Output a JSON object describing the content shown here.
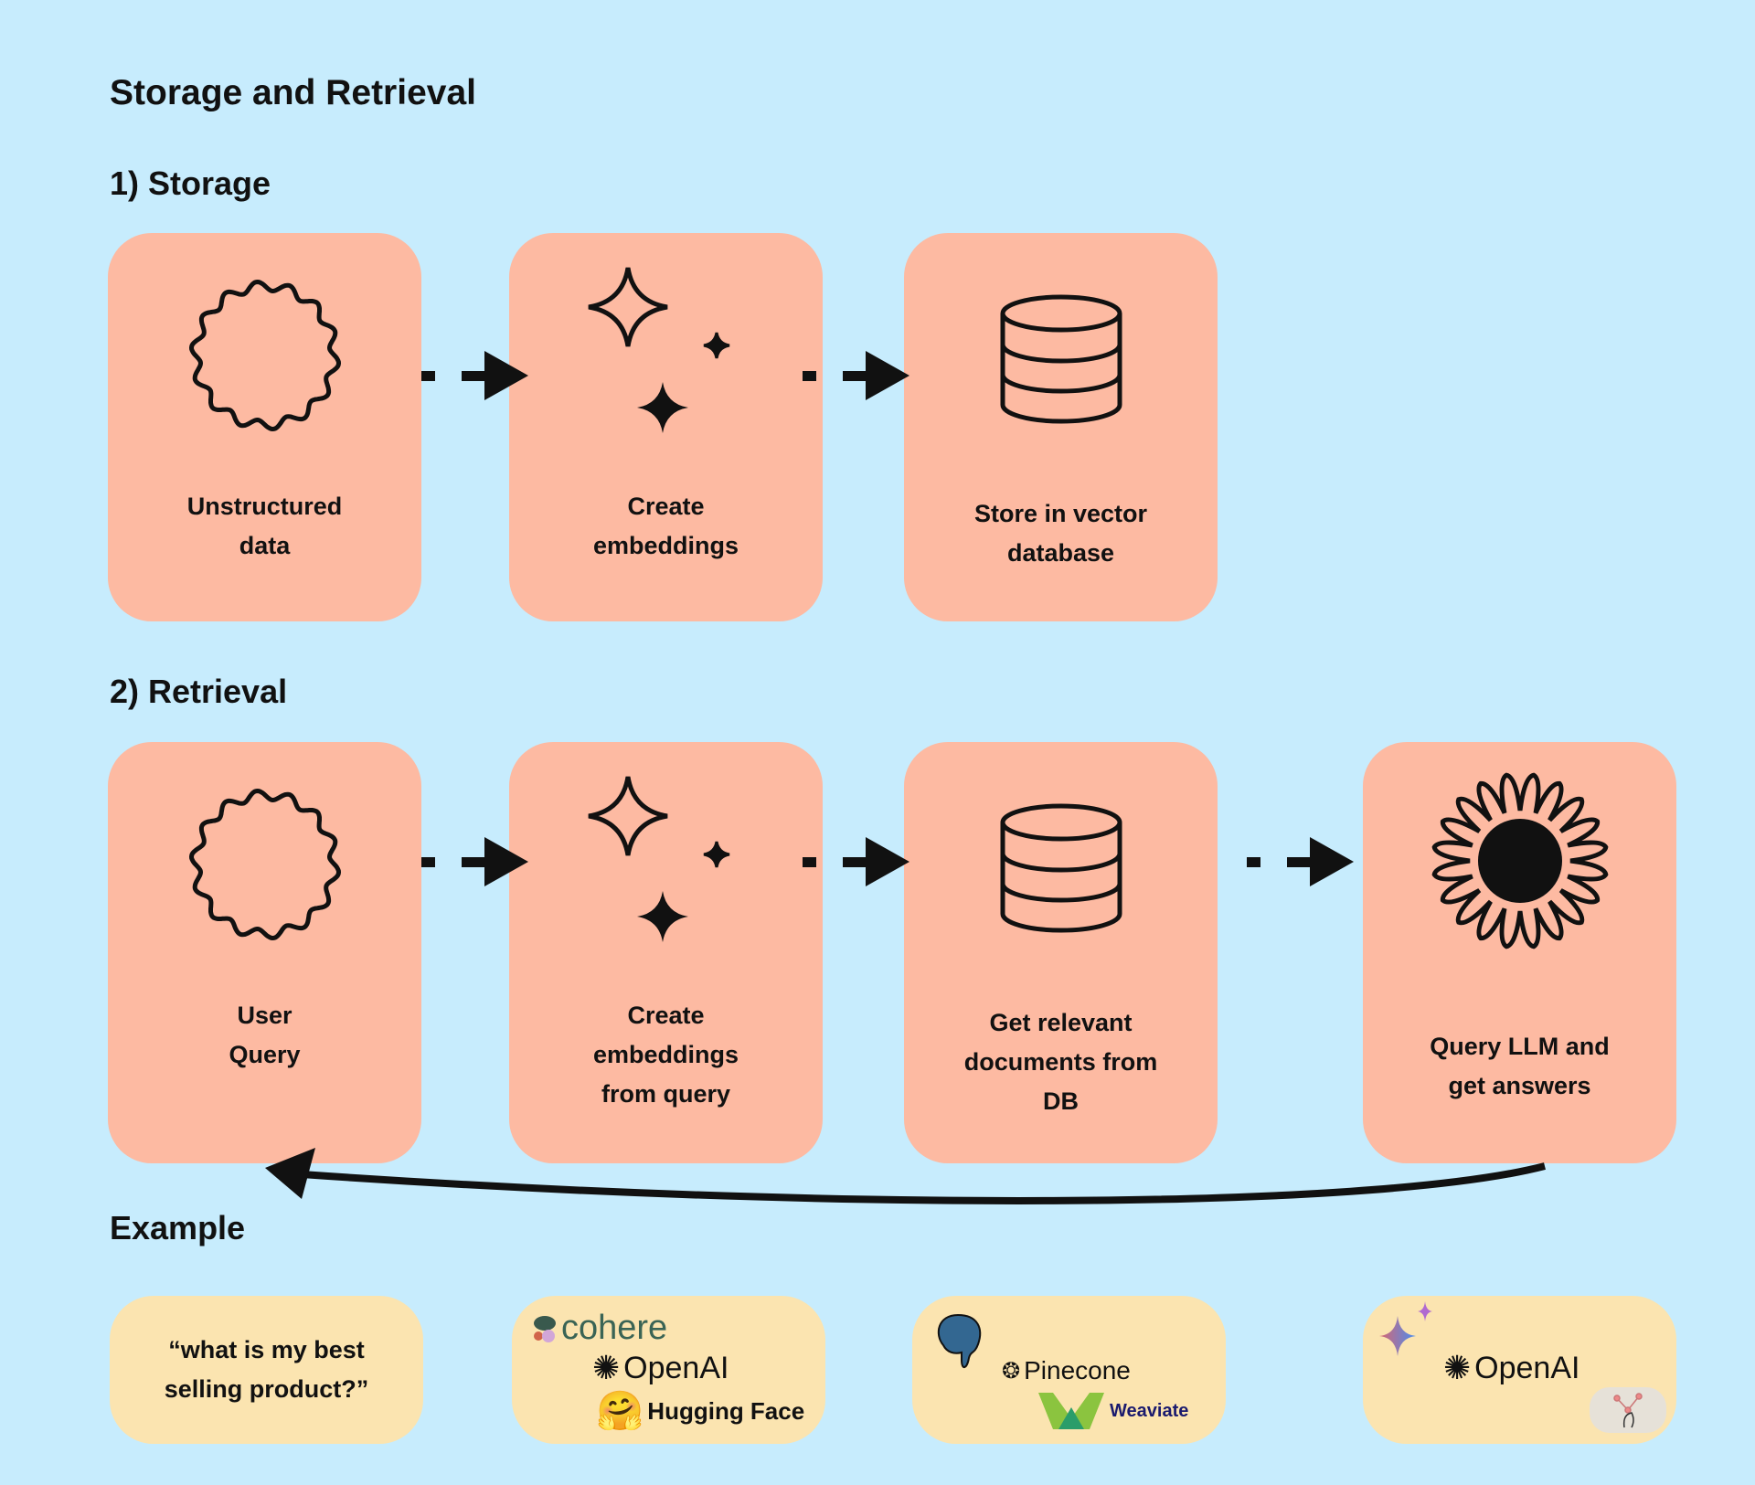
{
  "title": "Storage and Retrieval",
  "storage": {
    "heading": "1) Storage",
    "steps": [
      {
        "label": "Unstructured\ndata",
        "icon": "wavy-circle-icon"
      },
      {
        "label": "Create\nembeddings",
        "icon": "sparkles-icon"
      },
      {
        "label": "Store in vector\ndatabase",
        "icon": "database-icon"
      }
    ]
  },
  "retrieval": {
    "heading": "2) Retrieval",
    "steps": [
      {
        "label": "User\nQuery",
        "icon": "wavy-circle-icon"
      },
      {
        "label": "Create\nembeddings\nfrom query",
        "icon": "sparkles-icon"
      },
      {
        "label": "Get relevant\ndocuments from\nDB",
        "icon": "database-icon"
      },
      {
        "label": "Query LLM and\nget answers",
        "icon": "sun-icon"
      }
    ]
  },
  "example": {
    "heading": "Example",
    "query": "“what is my best\nselling product?”",
    "embedding_providers": [
      "cohere",
      "OpenAI",
      "Hugging Face"
    ],
    "databases": [
      "Pinecone",
      "Weaviate"
    ],
    "llms": [
      "OpenAI"
    ]
  },
  "colors": {
    "background": "#c7ecfd",
    "step_box": "#fdbaa2",
    "example_box": "#fbe4b0"
  }
}
